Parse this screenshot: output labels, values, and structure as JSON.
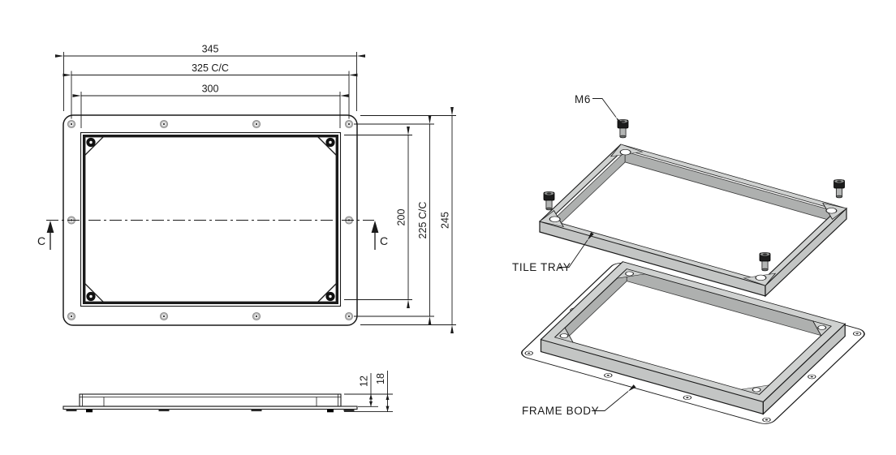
{
  "drawing": {
    "top_view": {
      "section_left": "C",
      "section_right": "C",
      "dims": {
        "overall_width": "345",
        "holes_width_cc": "325 C/C",
        "opening_width": "300",
        "opening_height": "200",
        "holes_height_cc": "225 C/C",
        "overall_height": "245"
      }
    },
    "side_view": {
      "dims": {
        "tray_height": "12",
        "total_height": "18"
      }
    },
    "exploded_view": {
      "labels": {
        "bolt": "M6",
        "tray": "TILE TRAY",
        "frame": "FRAME BODY"
      }
    },
    "colors": {
      "line": "#1a1a1a",
      "metal_top": "#cfd1d0",
      "metal_side": "#c3c5c4",
      "metal_inner": "#aeb0af",
      "hole_ring": "#b9b9b9"
    }
  }
}
